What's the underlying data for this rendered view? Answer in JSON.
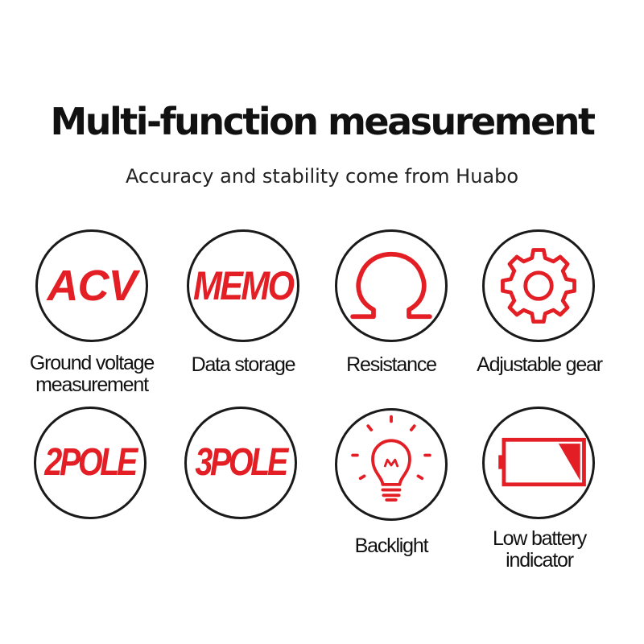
{
  "header": {
    "title": "Multi-function measurement",
    "subtitle": "Accuracy and stability come from Huabo"
  },
  "colors": {
    "accent": "#e31e24",
    "outline": "#1a1a1a"
  },
  "features": [
    {
      "icon_text": "ACV",
      "label_lines": [
        "Ground voltage",
        "measurement"
      ]
    },
    {
      "icon_text": "MEMO",
      "label_lines": [
        "Data storage"
      ]
    },
    {
      "icon": "omega-icon",
      "label_lines": [
        "Resistance"
      ]
    },
    {
      "icon": "gear-icon",
      "label_lines": [
        "Adjustable gear"
      ]
    },
    {
      "icon_text": "2POLE",
      "label_lines": []
    },
    {
      "icon_text": "3POLE",
      "label_lines": []
    },
    {
      "icon": "lightbulb-icon",
      "label_lines": [
        "Backlight"
      ]
    },
    {
      "icon": "low-battery-icon",
      "label_lines": [
        "Low battery",
        "indicator"
      ]
    }
  ]
}
